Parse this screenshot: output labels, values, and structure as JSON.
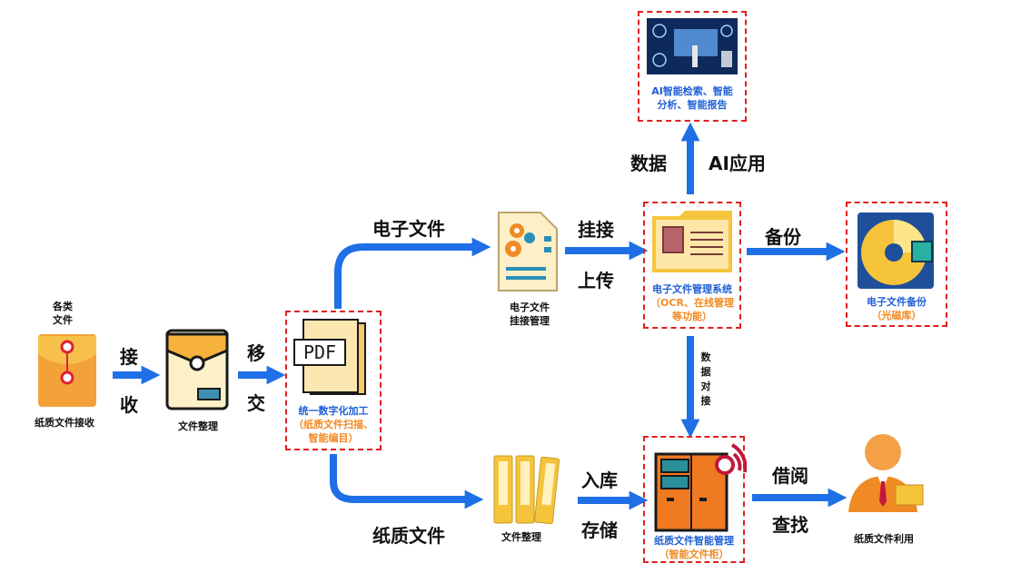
{
  "colors": {
    "arrow": "#1f6fe6",
    "dash": "#e02020",
    "caption_blue": "#1f5fd6",
    "caption_orange": "#f08a24"
  },
  "receive": {
    "top_label": "各类\n文件",
    "caption": "纸质文件接收"
  },
  "step_receive": {
    "char1": "接",
    "char2": "收"
  },
  "sort": {
    "caption": "文件整理"
  },
  "step_transfer": {
    "char1": "移",
    "char2": "交"
  },
  "digitize": {
    "line1": "统一数字化加工",
    "line2": "（纸质文件扫描、",
    "line3": "智能编目）",
    "pdf_text": "PDF"
  },
  "branch_electronic": "电子文件",
  "branch_paper": "纸质文件",
  "mount": {
    "caption_line1": "电子文件",
    "caption_line2": "挂接管理"
  },
  "step_mount": {
    "top": "挂接",
    "bottom": "上传"
  },
  "ems": {
    "line1": "电子文件管理系统",
    "line2": "（OCR、在线管理",
    "line3": "等功能）"
  },
  "ai": {
    "line1": "AI智能检索、智能",
    "line2": "分析、智能报告",
    "label_left": "数据",
    "label_right": "AI应用"
  },
  "backup": {
    "label": "备份",
    "line1": "电子文件备份",
    "line2": "（光磁库）"
  },
  "data_link": "数据对接",
  "paper_sort": {
    "caption": "文件整理"
  },
  "step_store": {
    "top": "入库",
    "bottom": "存储"
  },
  "cabinet": {
    "line1": "纸质文件智能管理",
    "line2": "（智能文件柜）"
  },
  "step_borrow": {
    "top": "借阅",
    "bottom": "查找"
  },
  "use": {
    "caption": "纸质文件利用"
  }
}
